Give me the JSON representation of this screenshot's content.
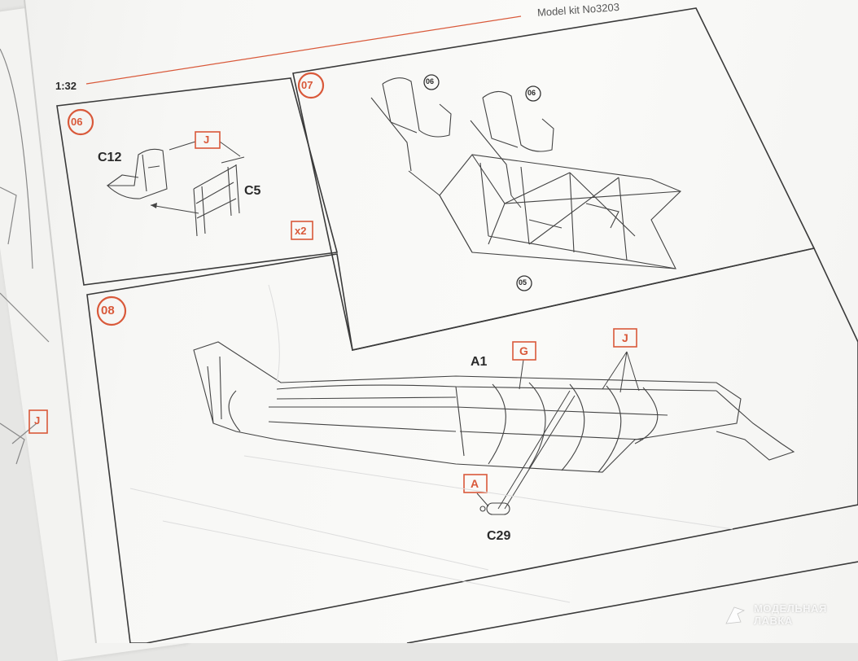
{
  "header": {
    "scale": "1:32",
    "kit_number": "Model kit No3203"
  },
  "steps": [
    {
      "number": "06",
      "parts": {
        "seat": "C12",
        "frame": "C5",
        "color": "J"
      },
      "multiplier": "x2"
    },
    {
      "number": "07",
      "sub_refs": [
        "06",
        "06",
        "05"
      ]
    },
    {
      "number": "08",
      "parts": {
        "fuselage": "A1",
        "color_g": "G",
        "color_j": "J",
        "color_a": "A",
        "tank": "C29"
      }
    }
  ],
  "left_page": {
    "color_tag": "J"
  },
  "watermark": {
    "line1": "МОДЕЛЬНАЯ",
    "line2": "ЛАВКА"
  },
  "colors": {
    "accent": "#d9593a",
    "line": "#3a3a3a",
    "paper": "#f7f7f5"
  }
}
